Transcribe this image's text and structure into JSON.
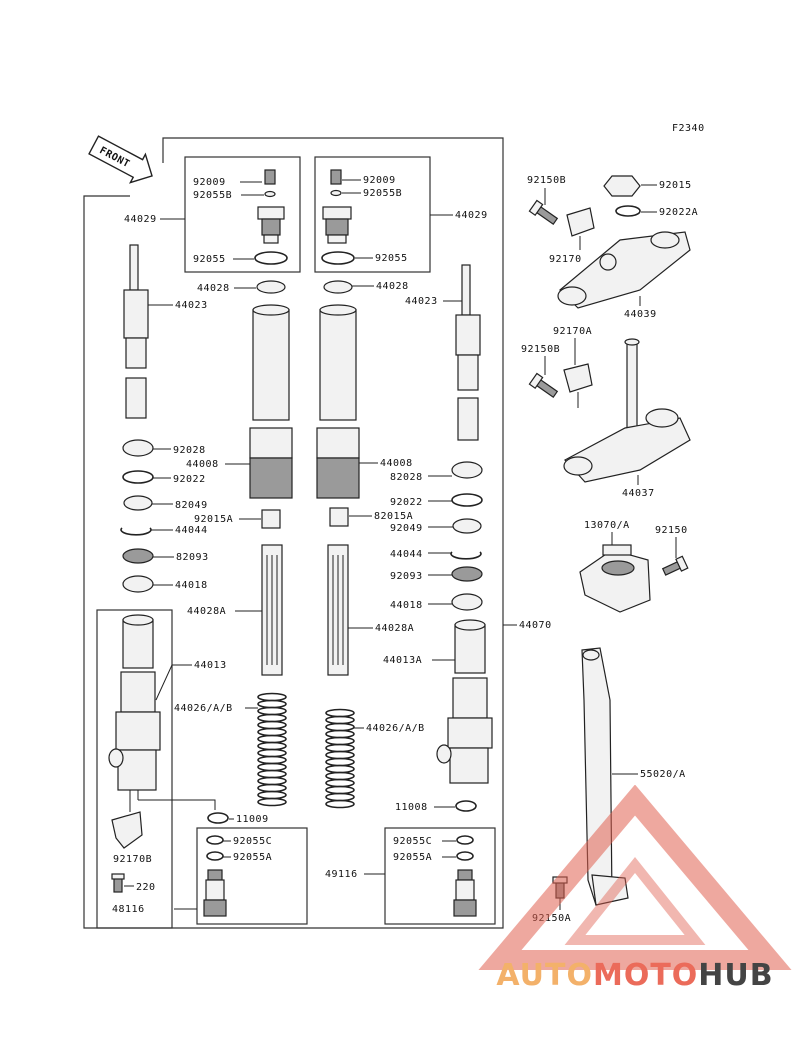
{
  "figure_code": "F2340",
  "front_label": "FRONT",
  "watermark": {
    "part1": "AUTO",
    "part2": "MOTO",
    "part3": "HUB",
    "colors": {
      "auto": "#f3b16a",
      "moto": "#eb6b5a",
      "hub": "#444444",
      "triangle": "#e06050"
    }
  },
  "labels": {
    "l_92009": "92009",
    "l_92055B": "92055B",
    "l_44029": "44029",
    "l_92055": "92055",
    "r_92009": "92009",
    "r_92055B": "92055B",
    "r_44029": "44029",
    "r_92055": "92055",
    "l_44028": "44028",
    "r_44028": "44028",
    "l_44023": "44023",
    "r_44023": "44023",
    "l_92028": "92028",
    "l_44008": "44008",
    "r_44008": "44008",
    "r_82028": "82028",
    "l_92022": "92022",
    "r_92022": "92022",
    "l_82049": "82049",
    "r_92049": "92049",
    "l_92015A": "92015A",
    "r_82015A": "82015A",
    "l_44044": "44044",
    "r_44044": "44044",
    "l_82093": "82093",
    "r_92093": "92093",
    "l_44018": "44018",
    "r_44018": "44018",
    "l_44028A": "44028A",
    "r_44028A": "44028A",
    "l_44013": "44013",
    "r_44013A": "44013A",
    "l_44026": "44026/A/B",
    "r_44026": "44026/A/B",
    "l_11009": "11009",
    "r_11008": "11008",
    "l_92055C": "92055C",
    "l_92055A": "92055A",
    "r_92055C": "92055C",
    "r_92055A": "92055A",
    "l_92170B": "92170B",
    "l_220": "220",
    "l_48116": "48116",
    "r_49116": "49116",
    "main_44070": "44070",
    "tr_92150B": "92150B",
    "tr_92015": "92015",
    "tr_92022A": "92022A",
    "tr_92170": "92170",
    "tr_44039": "44039",
    "mr_92170A": "92170A",
    "mr_92150B": "92150B",
    "mr_44037": "44037",
    "br_13070A": "13070/A",
    "br_92150": "92150",
    "st_55020A": "55020/A",
    "st_92150A": "92150A"
  }
}
